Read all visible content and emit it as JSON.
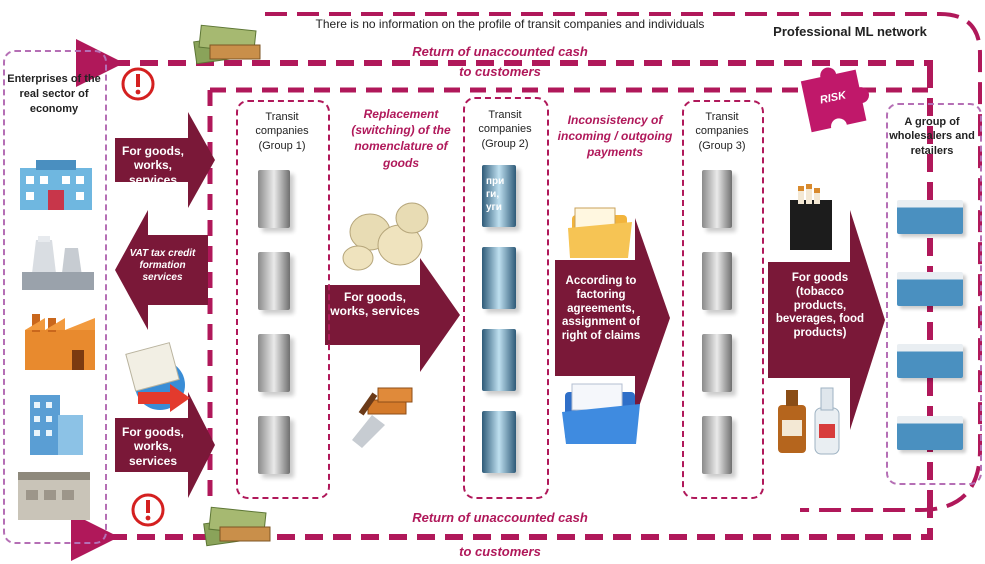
{
  "header": {
    "no_info_note": "There is no information on the profile of transit companies and individuals",
    "network_label": "Professional ML network"
  },
  "flows": {
    "return_top_line1": "Return of unaccounted cash",
    "return_top_line2": "to customers",
    "return_bottom_line1": "Return of unaccounted cash",
    "return_bottom_line2": "to customers"
  },
  "columns": {
    "enterprises": "Enterprises of the real sector of economy",
    "group1": "Transit companies (Group 1)",
    "group2": "Transit companies (Group 2)",
    "group3": "Transit companies (Group 3)",
    "wholesalers": "A group of wholesalers and retailers"
  },
  "annotations": {
    "replacement": "Replacement (switching) of the nomenclature of goods",
    "inconsistency": "Inconsistency of incoming / outgoing payments",
    "risk": "RISK"
  },
  "arrows": {
    "goods_top": "For goods, works, services",
    "vat": "VAT tax credit formation services",
    "goods_bottom": "For goods, works, services",
    "goods_mid": "For goods, works, services",
    "factoring": "According to factoring agreements, assignment of right of claims",
    "goods_products": "For goods (tobacco products, beverages, food products)"
  },
  "overlay_text": "при\nги,\nуги",
  "colors": {
    "accent": "#b0185a",
    "arrow": "#7a1838"
  }
}
